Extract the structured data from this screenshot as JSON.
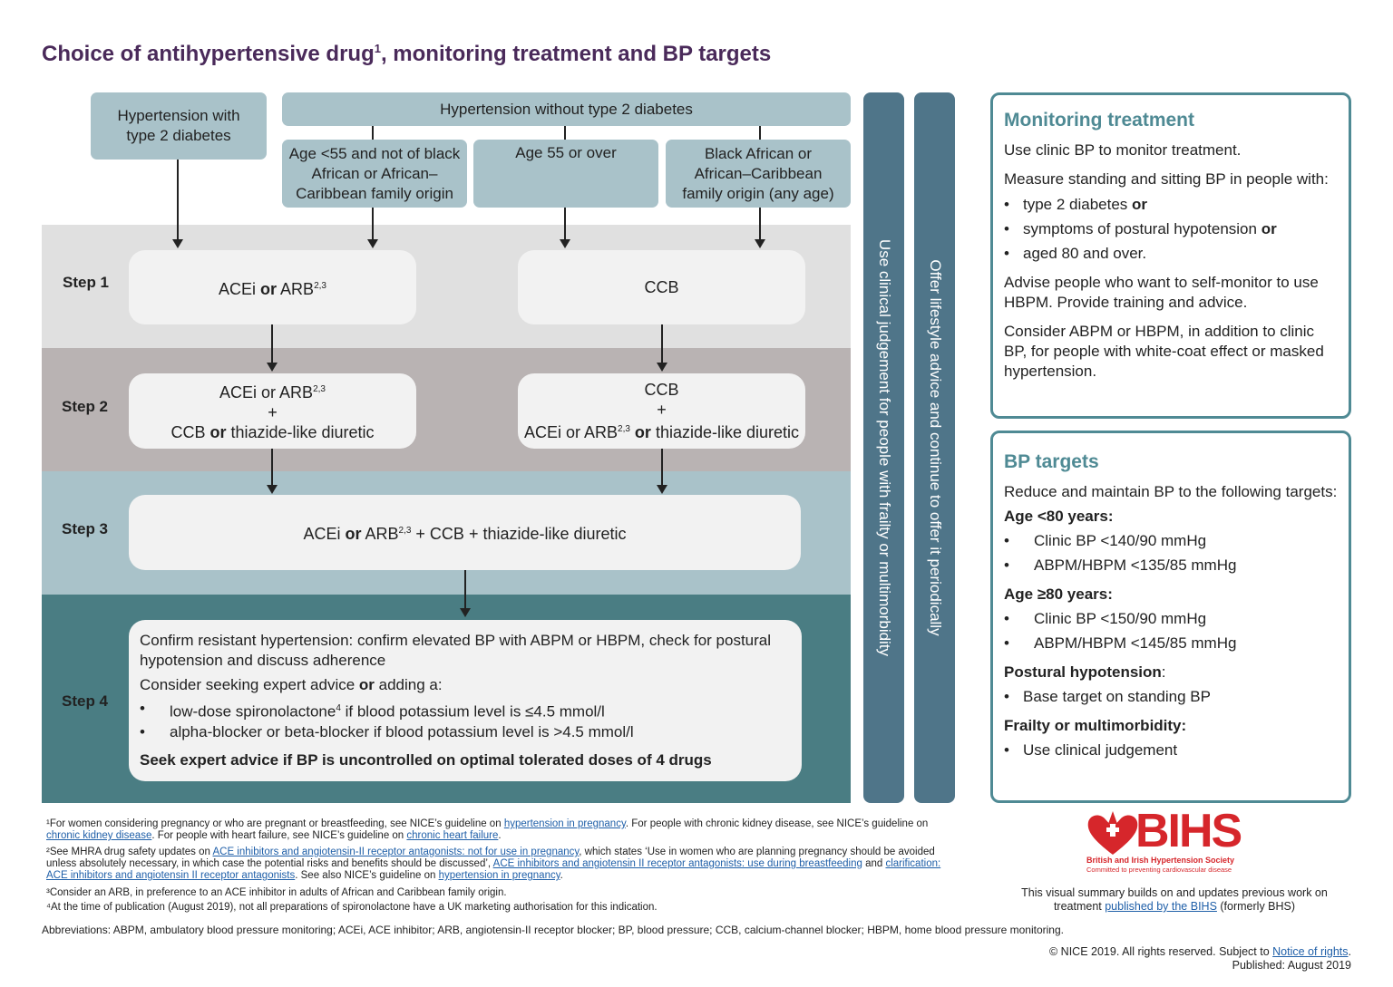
{
  "title": {
    "main": "Choice of antihypertensive drug",
    "sup": "1",
    "rest": ", monitoring treatment and BP targets"
  },
  "headers": {
    "with_diabetes": "Hypertension with type 2 diabetes",
    "without_diabetes": "Hypertension without type 2 diabetes",
    "age_under55": "Age <55 and not of black African or African–Caribbean family origin",
    "age_55": "Age 55 or over",
    "black_african": "Black African or African–Caribbean family origin (any age)"
  },
  "steps": {
    "step1": {
      "label": "Step 1",
      "left": {
        "a": "ACEi ",
        "b": "or",
        "c": " ARB",
        "sup": "2,3"
      },
      "right": "CCB"
    },
    "step2": {
      "label": "Step 2",
      "left": {
        "l1a": "ACEi or ARB",
        "l1sup": "2,3",
        "plus": "+",
        "l3a": "CCB ",
        "l3b": "or",
        "l3c": " thiazide-like diuretic"
      },
      "right": {
        "l1": "CCB",
        "plus": "+",
        "l3a": "ACEi or ARB",
        "l3sup": "2,3",
        "l3b": " or",
        "l3c": " thiazide-like diuretic"
      }
    },
    "step3": {
      "label": "Step 3",
      "a": "ACEi ",
      "b": "or",
      "c": " ARB",
      "sup": "2,3",
      "d": " + CCB + thiazide-like diuretic"
    },
    "step4": {
      "label": "Step 4",
      "p1": "Confirm resistant hypertension: confirm elevated BP with ABPM or HBPM, check for postural hypotension and discuss adherence",
      "p2a": "Consider seeking expert advice ",
      "p2b": "or",
      "p2c": " adding a:",
      "b1a": "low-dose spironolactone",
      "b1sup": "4",
      "b1b": " if blood potassium level is ≤4.5 mmol/l",
      "b2": "alpha-blocker or beta-blocker if blood potassium level is >4.5 mmol/l",
      "p3": "Seek expert advice if BP is uncontrolled on optimal tolerated doses of 4 drugs"
    }
  },
  "vertical_bars": {
    "clinical": "Use clinical judgement for people with frailty or multimorbidity",
    "lifestyle": "Offer lifestyle advice and continue to offer it periodically"
  },
  "monitoring": {
    "heading": "Monitoring treatment",
    "p1": "Use clinic BP to monitor treatment.",
    "p2": "Measure standing and sitting BP in people with:",
    "bullets": [
      {
        "text": "type 2 diabetes ",
        "bold": "or"
      },
      {
        "text": "symptoms of postural hypotension ",
        "bold": "or"
      },
      {
        "text": "aged 80 and over.",
        "bold": ""
      }
    ],
    "p3": "Advise people who want to self-monitor to use HBPM. Provide training and advice.",
    "p4": "Consider ABPM or HBPM, in addition to clinic BP, for people with white-coat effect or masked hypertension."
  },
  "targets": {
    "heading": "BP targets",
    "intro": "Reduce and maintain BP to the following targets:",
    "under80_label": "Age <80 years:",
    "under80": [
      "Clinic BP <140/90 mmHg",
      "ABPM/HBPM <135/85 mmHg"
    ],
    "over80_label": "Age ≥80 years:",
    "over80": [
      "Clinic BP <150/90 mmHg",
      "ABPM/HBPM <145/85 mmHg"
    ],
    "postural_label": "Postural hypotension",
    "postural_colon": ":",
    "postural": "Base target on standing BP",
    "frailty_label": "Frailty or multimorbidity:",
    "frailty": "Use clinical judgement"
  },
  "footnotes": {
    "f1a": "¹For women considering pregnancy or who are pregnant or breastfeeding, see NICE’s guideline on ",
    "f1link1": "hypertension in pregnancy",
    "f1b": ". For people with chronic kidney disease, see NICE’s guideline on ",
    "f1link2": "chronic kidney disease",
    "f1c": ". For people with heart failure, see NICE’s guideline on ",
    "f1link3": "chronic heart failure",
    "f1d": ".",
    "f2a": "²See MHRA drug safety updates on ",
    "f2link1": "ACE inhibitors and angiotensin-II receptor antagonists: not for use in pregnancy",
    "f2b": ", which states ‘Use in women who are planning pregnancy should be avoided unless absolutely necessary, in which case the potential risks and benefits should be discussed’, ",
    "f2link2": "ACE inhibitors and angiotensin II receptor antagonists: use during breastfeeding",
    "f2c": " and ",
    "f2link3": "clarification: ACE inhibitors and angiotensin II receptor antagonists",
    "f2d": ". See also NICE’s guideline on ",
    "f2link4": "hypertension in pregnancy",
    "f2e": ".",
    "f3": "³Consider an ARB, in preference to an ACE inhibitor in adults of African and Caribbean family origin.",
    "f4": "⁴At the time of publication (August 2019), not all preparations of spironolactone have a UK marketing authorisation for this indication.",
    "abbrev": "Abbreviations: ABPM, ambulatory blood pressure monitoring; ACEi, ACE inhibitor; ARB, angiotensin-II receptor blocker; BP, blood pressure; CCB, calcium-channel blocker; HBPM, home blood pressure monitoring."
  },
  "bihs": {
    "logo": "BIHS",
    "name": "British and Irish Hypertension Society",
    "tagline": "Committed to preventing cardiovascular disease",
    "summary_a": "This visual summary builds on and updates previous work on treatment ",
    "summary_link": "published by the BIHS",
    "summary_b": " (formerly BHS)"
  },
  "copyright": {
    "a": "© NICE 2019. All rights reserved. Subject to ",
    "link": "Notice of rights",
    "b": ".",
    "published": "Published: August 2019"
  },
  "colors": {
    "header": "#a9c2c9",
    "step1": "#e0e0e0",
    "step2": "#b9b3b3",
    "step3": "#a9c2c9",
    "step4": "#4a7d83",
    "bar": "#4f7589",
    "title": "#4a2a5a",
    "panel_border": "#4f8a94",
    "bihs_red": "#d6262b"
  }
}
